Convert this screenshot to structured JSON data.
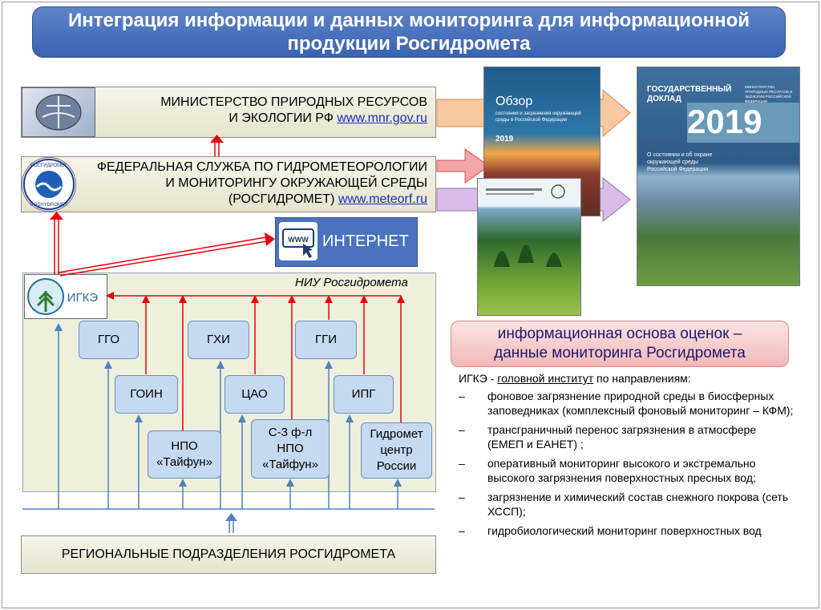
{
  "title": "Интеграция информации и данных мониторинга для информационной продукции Росгидромета",
  "ministry": {
    "line1": "МИНИСТЕРСТВО ПРИРОДНЫХ РЕСУРСОВ",
    "line2": "И ЭКОЛОГИИ РФ",
    "url": "www.mnr.gov.ru"
  },
  "roshydromet": {
    "line1": "ФЕДЕРАЛЬНАЯ СЛУЖБА ПО ГИДРОМЕТЕОРОЛОГИИ",
    "line2": "И МОНИТОРИНГУ ОКРУЖАЮЩЕЙ СРЕДЫ",
    "line3": "(РОСГИДРОМЕТ)",
    "url": "www.meteorf.ru",
    "logo_top": "РОСГИДРОМЕТ",
    "logo_bottom": "ROSHYDROMET"
  },
  "internet": {
    "label": "ИНТЕРНЕТ",
    "icon_text": "WWW"
  },
  "igke_logo": "ИГКЭ",
  "niu_label": "НИУ Росгидромета",
  "nodes": {
    "ggo": "ГГО",
    "ghi": "ГХИ",
    "ggi": "ГГИ",
    "goin": "ГОИН",
    "cao": "ЦАО",
    "ipg": "ИПГ",
    "npo1": "НПО",
    "npo2": "«Тайфун»",
    "sz1": "С-3 ф-л",
    "sz2": "НПО",
    "sz3": "«Тайфун»",
    "gm1": "Гидромет",
    "gm2": "центр",
    "gm3": "России"
  },
  "regional": "РЕГИОНАЛЬНЫЕ ПОДРАЗДЕЛЕНИЯ РОСГИДРОМЕТА",
  "basis": {
    "line1": "информационная основа оценок –",
    "line2": "данные мониторинга Росгидромета"
  },
  "info": {
    "prefix": "ИГКЭ - ",
    "head_underlined": "головной институт",
    "suffix": "  по направлениям:",
    "items": [
      "фоновое загрязнение природной среды в биосферных заповедниках (комплексный фоновый мониторинг – КФМ);",
      "трансграничный перенос загрязнения в атмосфере (ЕМЕП и ЕАНЕТ) ;",
      "оперативный мониторинг высокого и экстремально высокого загрязнения поверхностных пресных вод;",
      "загрязнение и химический состав снежного покрова (сеть ХССП);",
      "гидробиологический мониторинг поверхностных вод"
    ]
  },
  "covers": {
    "obzor_title": "Обзор",
    "obzor_sub": "состояния и загрязнения окружающей среды в Российской Федерации",
    "obzor_year": "2019",
    "report_head1": "ГОСУДАРСТВЕННЫЙ",
    "report_head2": "ДОКЛАД",
    "report_year": "2019",
    "report_sub1": "О состоянии и об охране",
    "report_sub2": "окружающей среды",
    "report_sub3": "Российской Федерации",
    "report_ministry": "МИНИСТЕРСТВО ПРИРОДНЫХ РЕСУРСОВ И ЭКОЛОГИИ РОССИЙСКОЙ ФЕДЕРАЦИИ"
  },
  "colors": {
    "title_bg": "#4a72c0",
    "arrow_red": "#e8000b",
    "arrow_blue": "#4f81bd",
    "node_fill": "#c5d9f1"
  }
}
